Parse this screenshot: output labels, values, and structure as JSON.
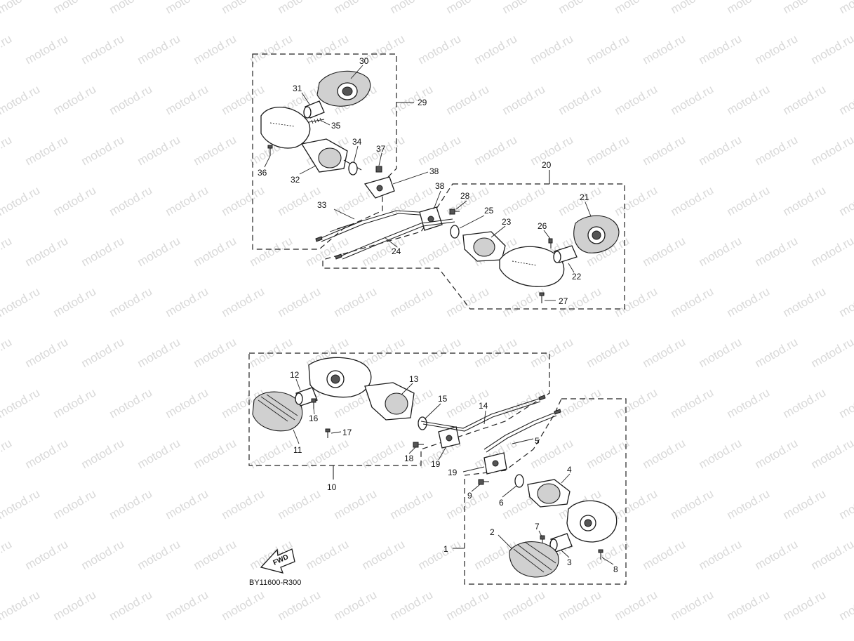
{
  "watermark": "motod.ru",
  "diagram_code": "BY11600-R300",
  "fwd_label": "FWD",
  "callouts": {
    "p1": "1",
    "p2": "2",
    "p3": "3",
    "p4": "4",
    "p5": "5",
    "p6": "6",
    "p7": "7",
    "p8": "8",
    "p9": "9",
    "p10": "10",
    "p11": "11",
    "p12": "12",
    "p13": "13",
    "p14": "14",
    "p15": "15",
    "p16": "16",
    "p17": "17",
    "p18": "18",
    "p19a": "19",
    "p19b": "19",
    "p20": "20",
    "p21": "21",
    "p22": "22",
    "p23": "23",
    "p24": "24",
    "p25": "25",
    "p26": "26",
    "p27": "27",
    "p28": "28",
    "p29": "29",
    "p30": "30",
    "p31": "31",
    "p32": "32",
    "p33": "33",
    "p34": "34",
    "p35": "35",
    "p36": "36",
    "p37": "37",
    "p38a": "38",
    "p38b": "38"
  }
}
